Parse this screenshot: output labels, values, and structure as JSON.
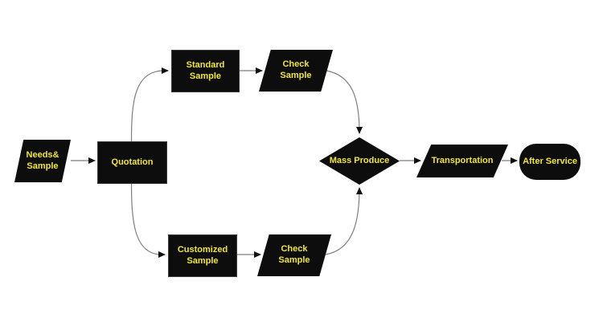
{
  "diagram": {
    "type": "flowchart",
    "background": "#ffffff",
    "colors": {
      "shape_fill": "#0d0d0d",
      "label_text": "#f0e62e",
      "connector_line": "#7f7f7f",
      "arrowhead": "#111111"
    },
    "nodes": {
      "needs_sample": {
        "label": "Needs&\nSample",
        "shape": "parallelogram"
      },
      "quotation": {
        "label": "Quotation",
        "shape": "rectangle"
      },
      "standard_sample": {
        "label": "Standard\nSample",
        "shape": "rectangle"
      },
      "check_sample_top": {
        "label": "Check\nSample",
        "shape": "parallelogram"
      },
      "customized_sample": {
        "label": "Customized\nSample",
        "shape": "rectangle"
      },
      "check_sample_bottom": {
        "label": "Check\nSample",
        "shape": "parallelogram"
      },
      "mass_produce": {
        "label": "Mass Produce",
        "shape": "diamond"
      },
      "transportation": {
        "label": "Transportation",
        "shape": "parallelogram"
      },
      "after_service": {
        "label": "After Service",
        "shape": "rounded-rectangle"
      }
    },
    "edges": [
      {
        "from": "needs_sample",
        "to": "quotation"
      },
      {
        "from": "quotation",
        "to": "standard_sample"
      },
      {
        "from": "standard_sample",
        "to": "check_sample_top"
      },
      {
        "from": "check_sample_top",
        "to": "mass_produce"
      },
      {
        "from": "quotation",
        "to": "customized_sample"
      },
      {
        "from": "customized_sample",
        "to": "check_sample_bottom"
      },
      {
        "from": "check_sample_bottom",
        "to": "mass_produce"
      },
      {
        "from": "mass_produce",
        "to": "transportation"
      },
      {
        "from": "transportation",
        "to": "after_service"
      }
    ]
  }
}
